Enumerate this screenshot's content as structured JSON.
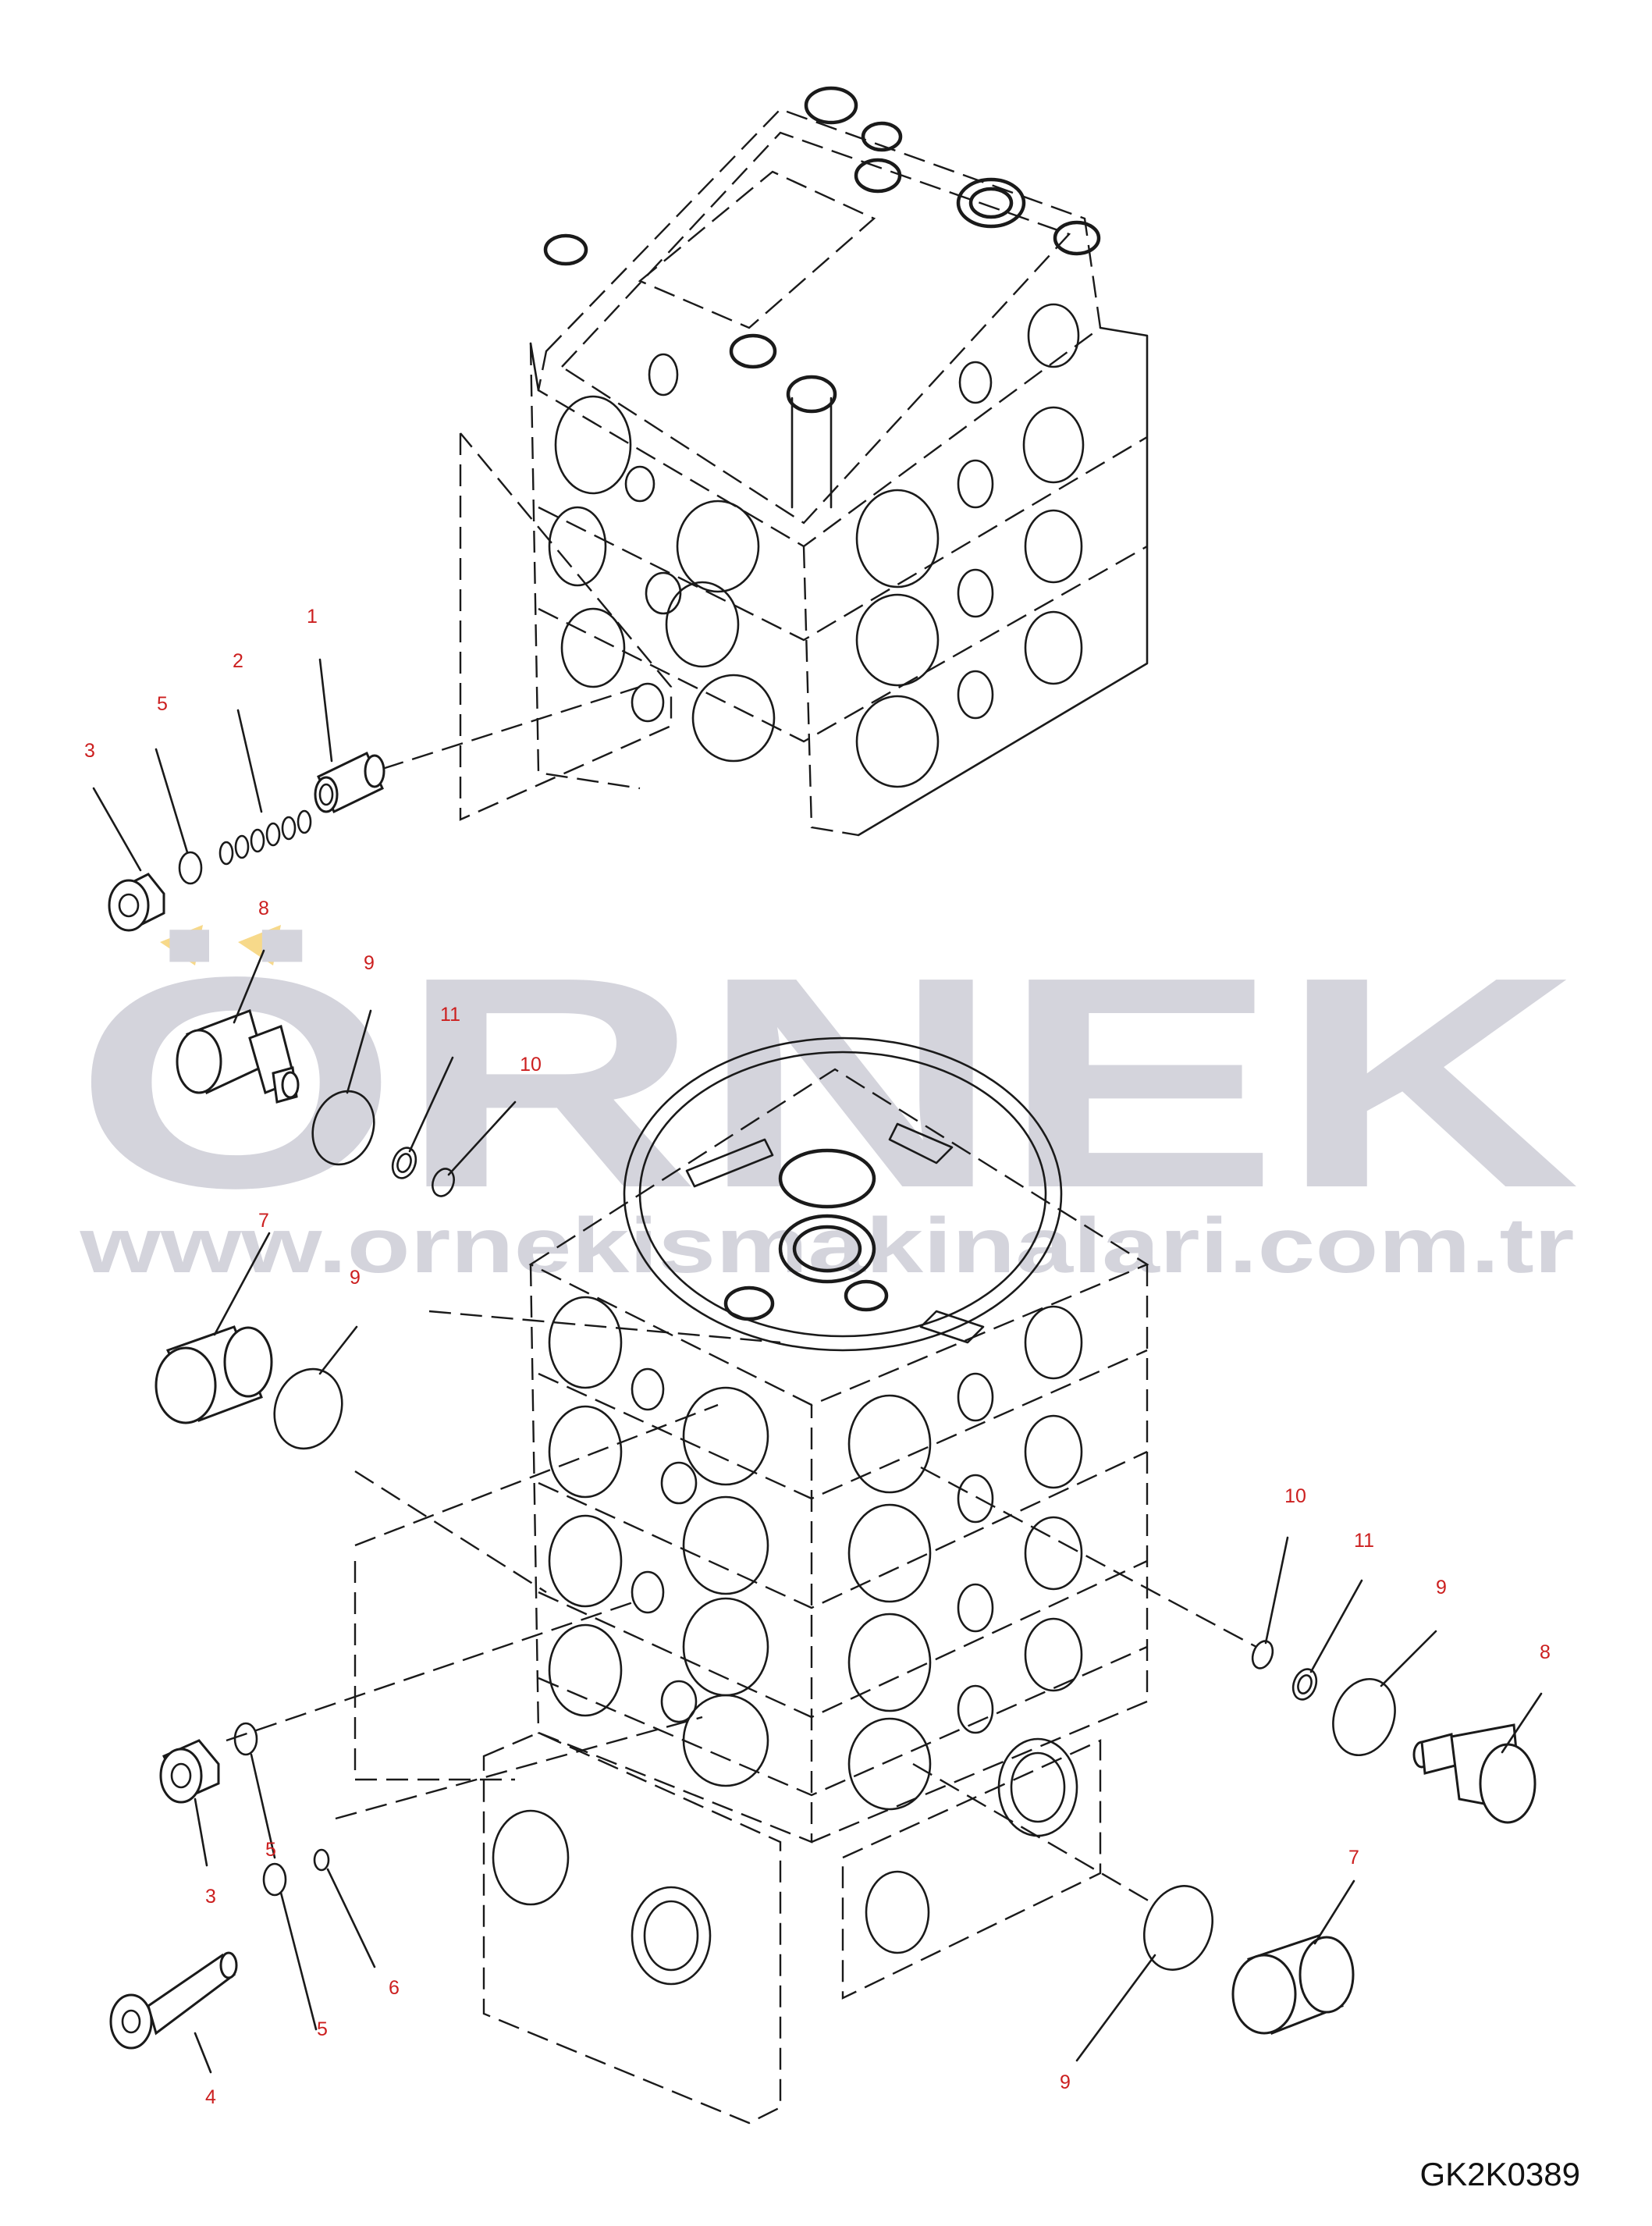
{
  "drawing_code": "GK2K0389",
  "watermark": {
    "brand": "ÖRNEK",
    "url": "www.ornekismakinalari.com.tr",
    "accent_color": "#f7d98a",
    "text_color": "#d4d4dc"
  },
  "label_color": "#cc1f1f",
  "callouts": [
    {
      "id": "c1",
      "text": "1"
    },
    {
      "id": "c2",
      "text": "2"
    },
    {
      "id": "c3a",
      "text": "3"
    },
    {
      "id": "c5a",
      "text": "5"
    },
    {
      "id": "c8a",
      "text": "8"
    },
    {
      "id": "c9a",
      "text": "9"
    },
    {
      "id": "c11a",
      "text": "11"
    },
    {
      "id": "c10a",
      "text": "10"
    },
    {
      "id": "c7a",
      "text": "7"
    },
    {
      "id": "c9b",
      "text": "9"
    },
    {
      "id": "c10b",
      "text": "10"
    },
    {
      "id": "c11b",
      "text": "11"
    },
    {
      "id": "c9c",
      "text": "9"
    },
    {
      "id": "c8b",
      "text": "8"
    },
    {
      "id": "c3b",
      "text": "3"
    },
    {
      "id": "c5b",
      "text": "5"
    },
    {
      "id": "c6",
      "text": "6"
    },
    {
      "id": "c5c",
      "text": "5"
    },
    {
      "id": "c4",
      "text": "4"
    },
    {
      "id": "c7b",
      "text": "7"
    },
    {
      "id": "c9d",
      "text": "9"
    }
  ]
}
